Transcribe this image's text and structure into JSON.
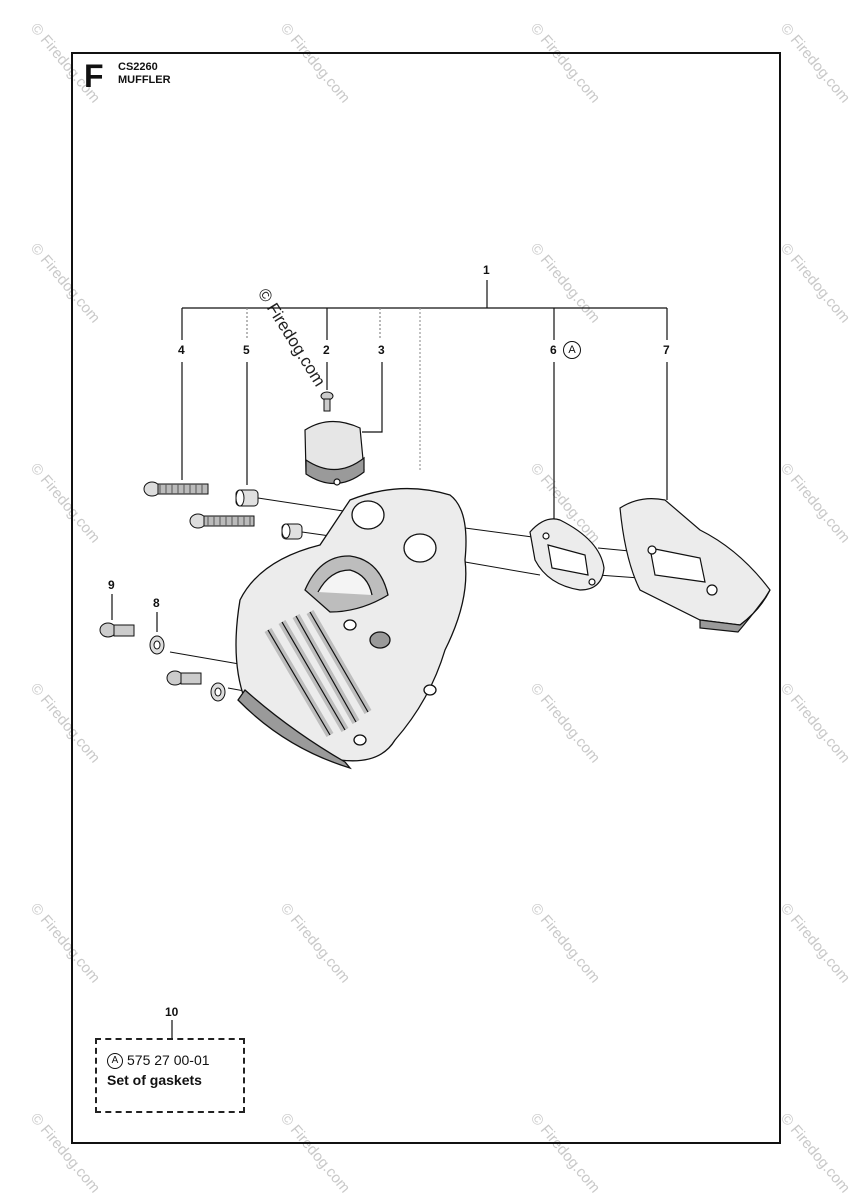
{
  "header": {
    "section_letter": "F",
    "model": "CS2260",
    "title": "MUFFLER"
  },
  "watermark": {
    "center_text": "© Firedog.com",
    "tile_text": "© Firedog.com"
  },
  "callouts": {
    "c1": "1",
    "c2": "2",
    "c3": "3",
    "c4": "4",
    "c5": "5",
    "c6": "6",
    "c7": "7",
    "c8": "8",
    "c9": "9",
    "c10": "10",
    "c6_ref": "A"
  },
  "kit": {
    "ref": "A",
    "part_number": "575 27 00-01",
    "description": "Set of gaskets"
  },
  "colors": {
    "line": "#111111",
    "part_fill": "#e6e6e6",
    "part_shade": "#9a9a9a",
    "watermark": "#c9c9c9"
  }
}
